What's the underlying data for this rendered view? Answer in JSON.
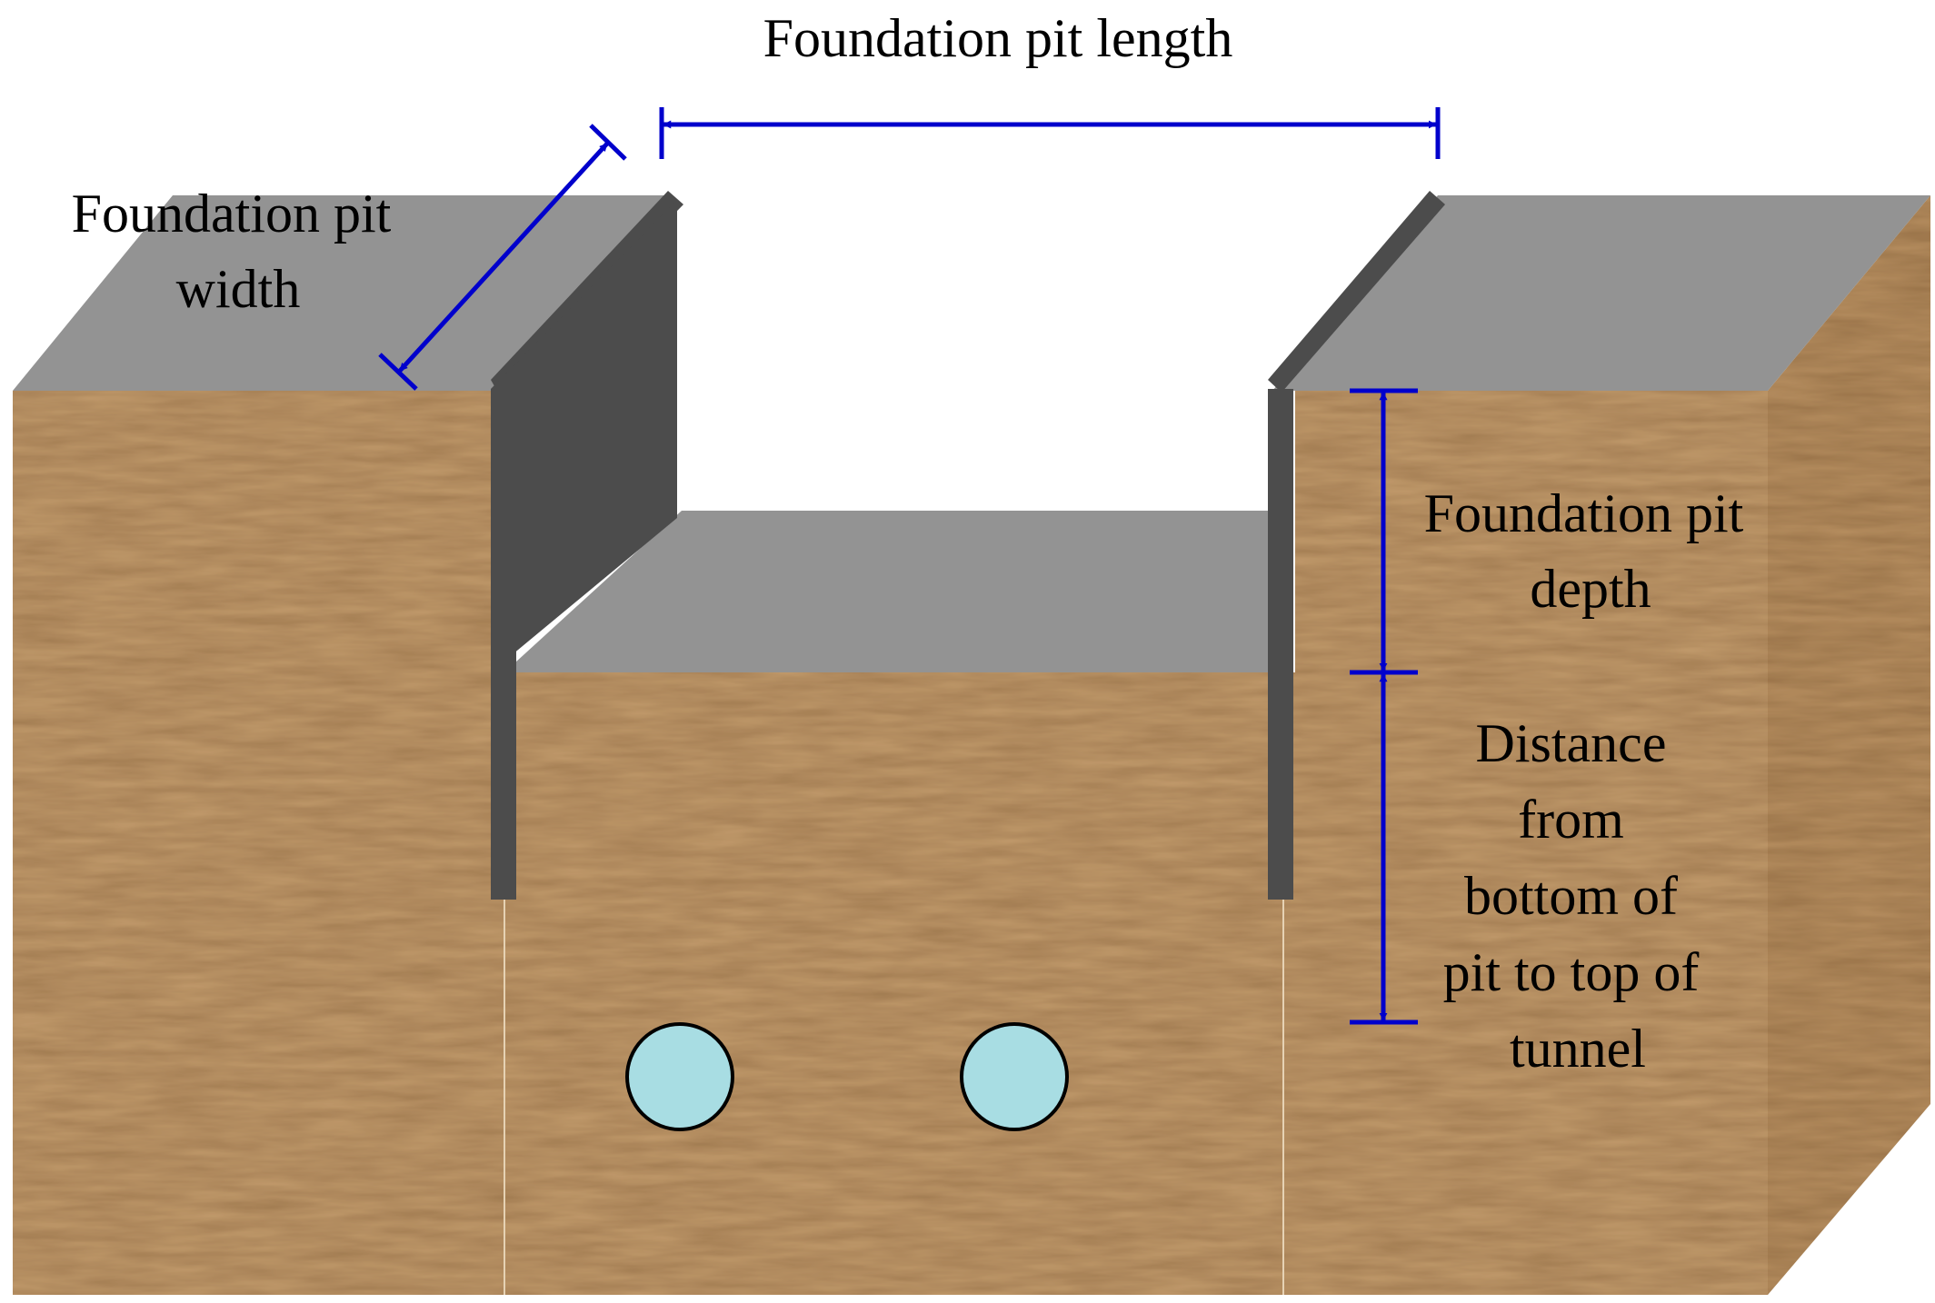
{
  "labels": {
    "length": "Foundation pit length",
    "width": [
      "Foundation pit",
      "width"
    ],
    "depth": [
      "Foundation pit",
      "depth"
    ],
    "distance": [
      "Distance",
      "from",
      "bottom of",
      "pit to top of",
      "tunnel"
    ]
  },
  "colors": {
    "soil": "#c19a6b",
    "soil_side": "#b78f60",
    "ground_top": "#939393",
    "retaining_wall": "#4c4c4c",
    "dimension_line": "#0000cc",
    "tunnel_fill": "#a8dde3",
    "tunnel_outline": "#000000"
  }
}
